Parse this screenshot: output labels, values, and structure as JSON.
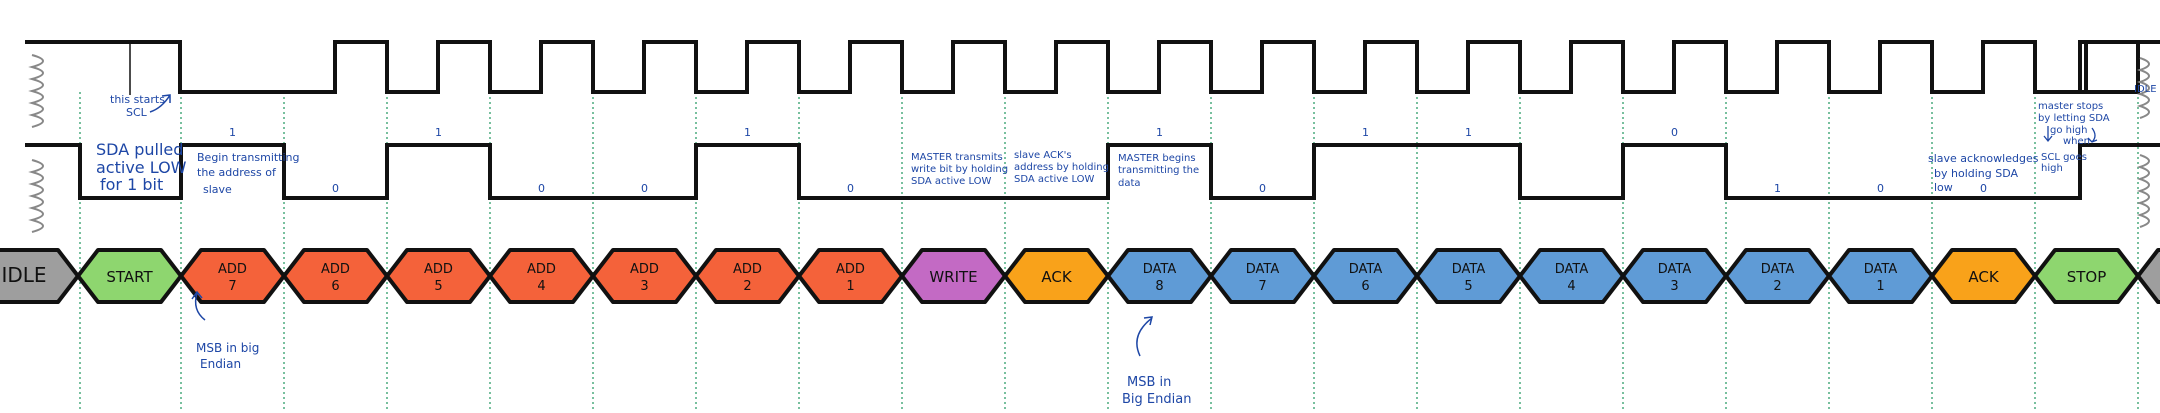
{
  "colors": {
    "idle": "#9e9e9e",
    "start_stop": "#8ed66f",
    "address": "#f4623a",
    "write": "#c36ac4",
    "ack": "#f9a21a",
    "data": "#5f9bd6",
    "guide": "#2f9e6a",
    "ink": "#111111",
    "note": "#1e47a6"
  },
  "segments": [
    {
      "name": "IDLE",
      "kind": "idle"
    },
    {
      "name": "START",
      "kind": "start_stop"
    },
    {
      "name": "ADD 7",
      "kind": "address"
    },
    {
      "name": "ADD 6",
      "kind": "address"
    },
    {
      "name": "ADD 5",
      "kind": "address"
    },
    {
      "name": "ADD 4",
      "kind": "address"
    },
    {
      "name": "ADD 3",
      "kind": "address"
    },
    {
      "name": "ADD 2",
      "kind": "address"
    },
    {
      "name": "ADD 1",
      "kind": "address"
    },
    {
      "name": "WRITE",
      "kind": "write"
    },
    {
      "name": "ACK",
      "kind": "ack"
    },
    {
      "name": "DATA 8",
      "kind": "data"
    },
    {
      "name": "DATA 7",
      "kind": "data"
    },
    {
      "name": "DATA 6",
      "kind": "data"
    },
    {
      "name": "DATA 5",
      "kind": "data"
    },
    {
      "name": "DATA 4",
      "kind": "data"
    },
    {
      "name": "DATA 3",
      "kind": "data"
    },
    {
      "name": "DATA 2",
      "kind": "data"
    },
    {
      "name": "DATA 1",
      "kind": "data"
    },
    {
      "name": "ACK",
      "kind": "ack"
    },
    {
      "name": "STOP",
      "kind": "start_stop"
    },
    {
      "name": "",
      "kind": "idle"
    }
  ],
  "bit_labels": [
    "1",
    "0",
    "1",
    "0",
    "0",
    "1",
    "0",
    "1",
    "0",
    "1",
    "1",
    "0",
    "1",
    "0",
    "0"
  ],
  "notes": {
    "scl_note": [
      "this starts",
      "SCL"
    ],
    "sda_pulled": [
      "SDA pulled",
      "active LOW",
      "for 1 bit"
    ],
    "begin_transmitting": [
      "Begin transmitting",
      "the address of",
      "slave"
    ],
    "master_write": [
      "MASTER transmits",
      "write bit by holding",
      "SDA active LOW"
    ],
    "slave_ack": [
      "slave ACK's",
      "address by holding",
      "SDA active LOW"
    ],
    "master_data": [
      "MASTER begins",
      "transmitting the",
      "data"
    ],
    "slave_ack_data": [
      "slave acknowledges",
      "by holding SDA",
      "low"
    ],
    "master_stop": [
      "master stops",
      "by letting SDA",
      "go high",
      "when",
      "SCL goes",
      "high"
    ],
    "idle_right": "IDLE",
    "msb_addr": [
      "MSB in big",
      "Endian"
    ],
    "msb_data": [
      "MSB in",
      "Big Endian"
    ]
  }
}
